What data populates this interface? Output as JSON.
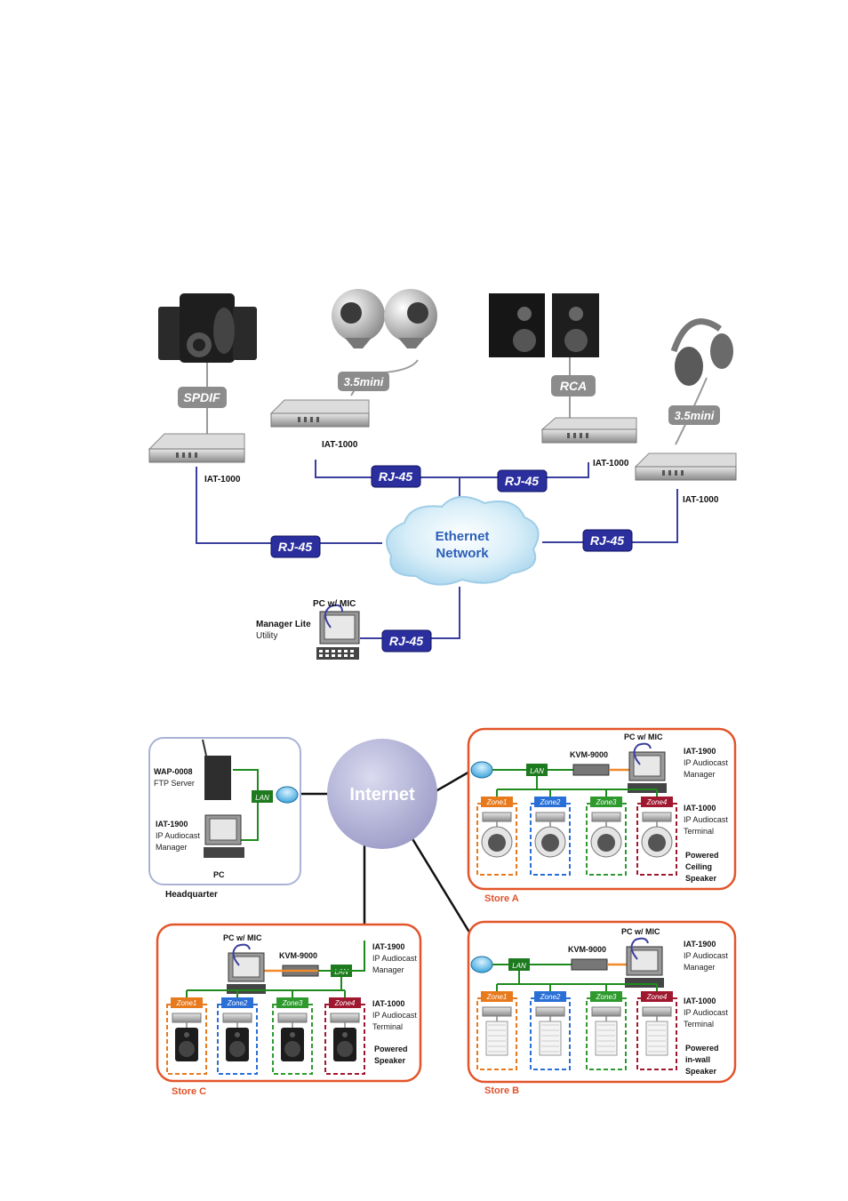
{
  "diagram1": {
    "device_label": "IAT-1000",
    "tags": {
      "spdif": "SPDIF",
      "mini_a": "3.5mini",
      "rca": "RCA",
      "mini_b": "3.5mini",
      "rj45": "RJ-45"
    },
    "cloud": {
      "line1": "Ethernet",
      "line2": "Network"
    },
    "pc_label": "PC w/ MIC",
    "manager_line1": "Manager Lite",
    "manager_line2": "Utility"
  },
  "diagram2": {
    "internet": "Internet",
    "lan": "LAN",
    "zones": [
      "Zone1",
      "Zone2",
      "Zone3",
      "Zone4"
    ],
    "pc_mic": "PC w/ MIC",
    "kvm": "KVM-9000",
    "iat1900": "IAT-1900",
    "ip_audiocast": "IP Audiocast",
    "manager": "Manager",
    "iat1000": "IAT-1000",
    "terminal": "Terminal",
    "powered": "Powered",
    "hq": {
      "wap": "WAP-0008",
      "ftp": "FTP Server",
      "pc": "PC",
      "title": "Headquarter"
    },
    "store_a": {
      "title": "Store A",
      "spk1": "Ceiling",
      "spk2": "Speaker"
    },
    "store_b": {
      "title": "Store B",
      "spk1": "in-wall",
      "spk2": "Speaker"
    },
    "store_c": {
      "title": "Store C",
      "spk1": "Speaker"
    }
  }
}
